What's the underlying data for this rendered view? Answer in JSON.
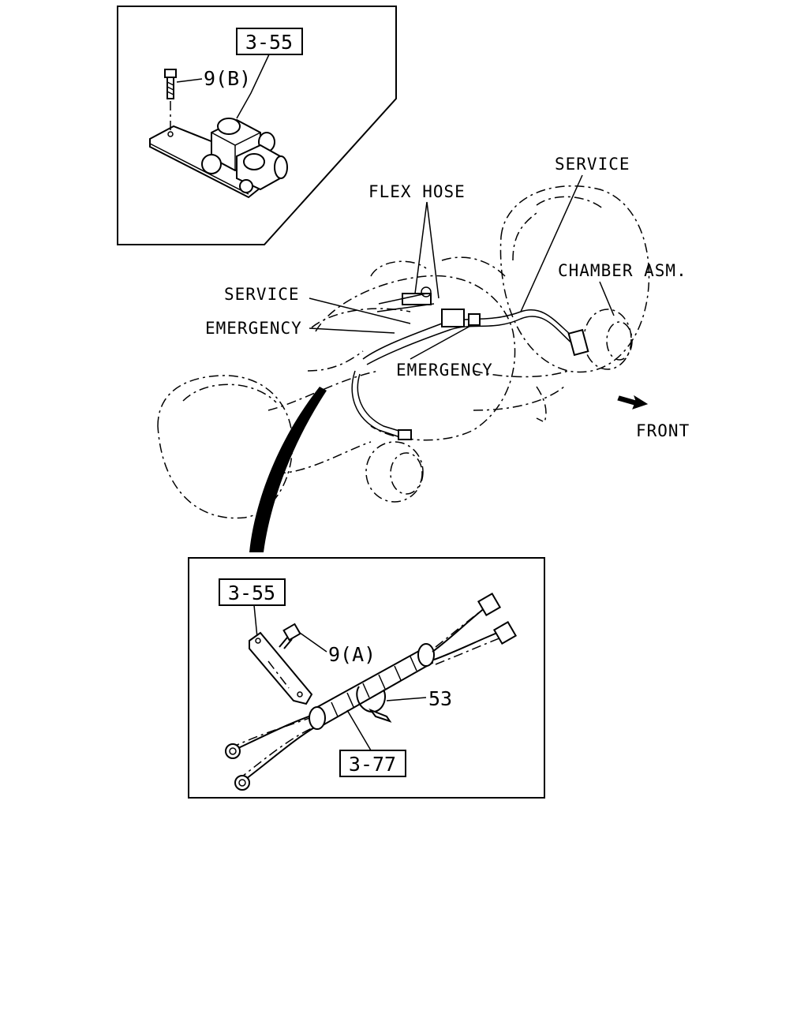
{
  "callouts": {
    "top_ref": "3-55",
    "top_bolt": "9(B)",
    "flex_hose": "FLEX HOSE",
    "service_top": "SERVICE",
    "chamber": "CHAMBER ASM.",
    "service_left": "SERVICE",
    "emergency_left": "EMERGENCY",
    "emergency_mid": "EMERGENCY",
    "front": "FRONT",
    "bottom_ref_a": "3-55",
    "bottom_bolt": "9(A)",
    "clamp_no": "53",
    "bottom_ref_b": "3-77"
  }
}
